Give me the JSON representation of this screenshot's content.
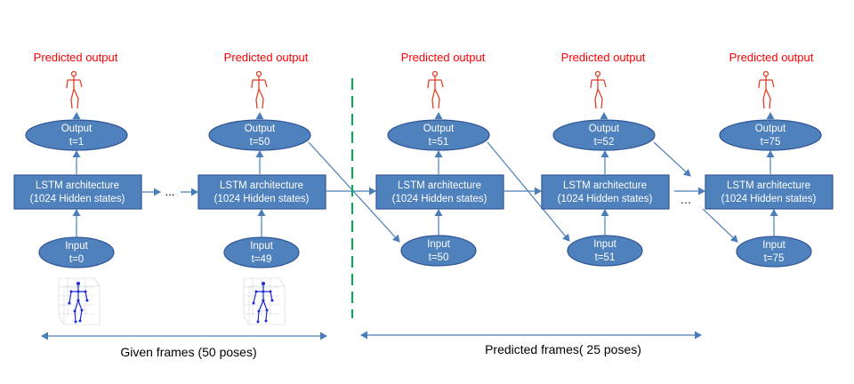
{
  "columns": [
    {
      "predicted_label": "Predicted output",
      "output_label": "Output",
      "output_t": "t=1",
      "lstm_line1": "LSTM architecture",
      "lstm_line2": "(1024 Hidden states)",
      "input_label": "Input",
      "input_t": "t=0"
    },
    {
      "predicted_label": "Predicted output",
      "output_label": "Output",
      "output_t": "t=50",
      "lstm_line1": "LSTM architecture",
      "lstm_line2": "(1024 Hidden states)",
      "input_label": "Input",
      "input_t": "t=49"
    },
    {
      "predicted_label": "Predicted output",
      "output_label": "Output",
      "output_t": "t=51",
      "lstm_line1": "LSTM architecture",
      "lstm_line2": "(1024 Hidden states)",
      "input_label": "Input",
      "input_t": "t=50"
    },
    {
      "predicted_label": "Predicted output",
      "output_label": "Output",
      "output_t": "t=52",
      "lstm_line1": "LSTM architecture",
      "lstm_line2": "(1024 Hidden states)",
      "input_label": "Input",
      "input_t": "t=51"
    },
    {
      "predicted_label": "Predicted output",
      "output_label": "Output",
      "output_t": "t=75",
      "lstm_line1": "LSTM architecture",
      "lstm_line2": "(1024 Hidden states)",
      "input_label": "Input",
      "input_t": "t=75"
    }
  ],
  "ellipsis": "...",
  "ellipsis_2": "…",
  "given_frames_label": "Given frames (50 poses)",
  "predicted_frames_label": "Predicted frames( 25 poses)",
  "colors": {
    "node_fill": "#4f81bd",
    "node_stroke": "#2f5597",
    "arrow": "#4a7ebb",
    "predicted_text": "#ff0000",
    "divider": "#00b050",
    "pose_red": "#e0402a",
    "pose_blue": "#1f2bd6"
  },
  "icons": {
    "predicted_pose": "red-stick-figure-icon",
    "input_pose": "blue-skeleton-pose-icon"
  }
}
